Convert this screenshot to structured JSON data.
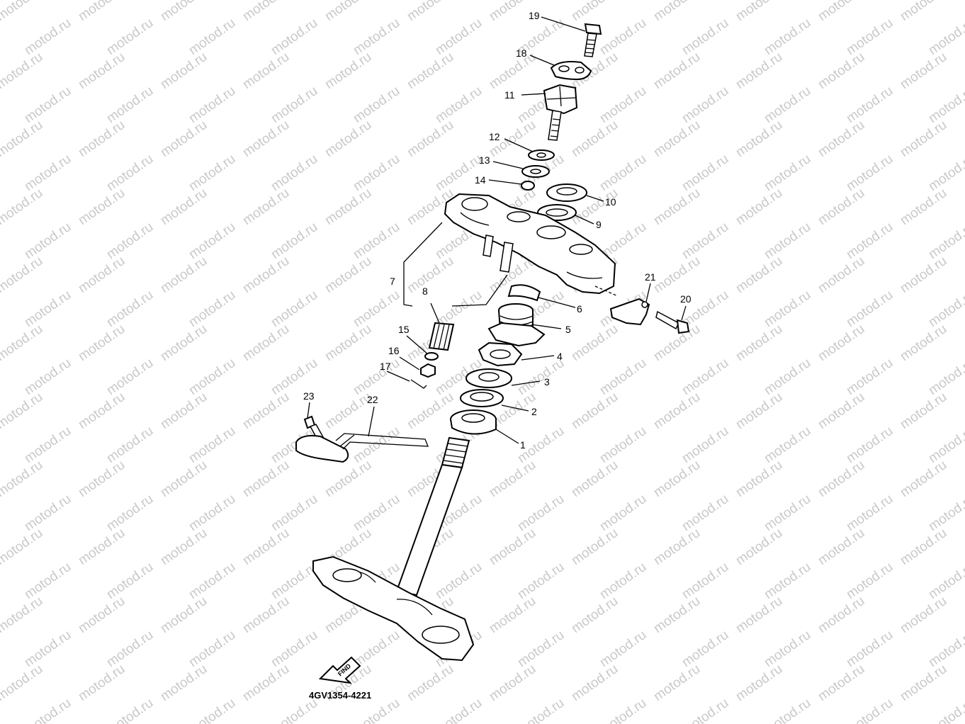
{
  "watermark": "motod.ru",
  "diagram_code": "4GV1354-4221",
  "find_icon_text": "FIND",
  "parts": [
    {
      "id": "p1",
      "label": "1"
    },
    {
      "id": "p2",
      "label": "2"
    },
    {
      "id": "p3",
      "label": "3"
    },
    {
      "id": "p4",
      "label": "4"
    },
    {
      "id": "p5",
      "label": "5"
    },
    {
      "id": "p6",
      "label": "6"
    },
    {
      "id": "p7",
      "label": "7"
    },
    {
      "id": "p8",
      "label": "8"
    },
    {
      "id": "p9",
      "label": "9"
    },
    {
      "id": "p10",
      "label": "10"
    },
    {
      "id": "p11",
      "label": "11"
    },
    {
      "id": "p12",
      "label": "12"
    },
    {
      "id": "p13",
      "label": "13"
    },
    {
      "id": "p14",
      "label": "14"
    },
    {
      "id": "p15",
      "label": "15"
    },
    {
      "id": "p16",
      "label": "16"
    },
    {
      "id": "p17",
      "label": "17"
    },
    {
      "id": "p18",
      "label": "18"
    },
    {
      "id": "p19",
      "label": "19"
    },
    {
      "id": "p20",
      "label": "20"
    },
    {
      "id": "p21",
      "label": "21"
    },
    {
      "id": "p22",
      "label": "22"
    },
    {
      "id": "p23",
      "label": "23"
    }
  ]
}
